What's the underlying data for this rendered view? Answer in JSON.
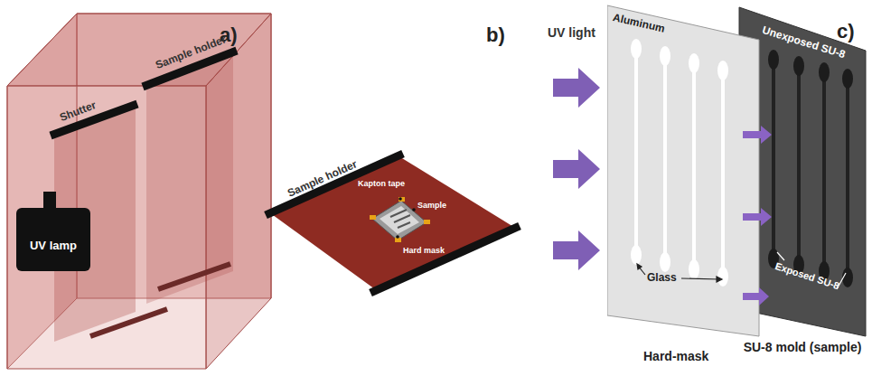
{
  "diagram": {
    "nodes": [
      {
        "text": [
          "UV lamp"
        ]
      },
      {
        "text": [
          "Aluminum",
          "Glass",
          "Hard-mask"
        ]
      },
      {
        "text": [
          "Unexposed SU-8",
          "Exposed SU-8",
          "SU-8 mold (sample)"
        ]
      }
    ],
    "labels": [
      "a)",
      "Sample holder",
      "Shutter",
      "b)",
      "Sample holder",
      "Kapton tape",
      "Sample",
      "Hard mask",
      "UV light",
      "c)"
    ]
  }
}
